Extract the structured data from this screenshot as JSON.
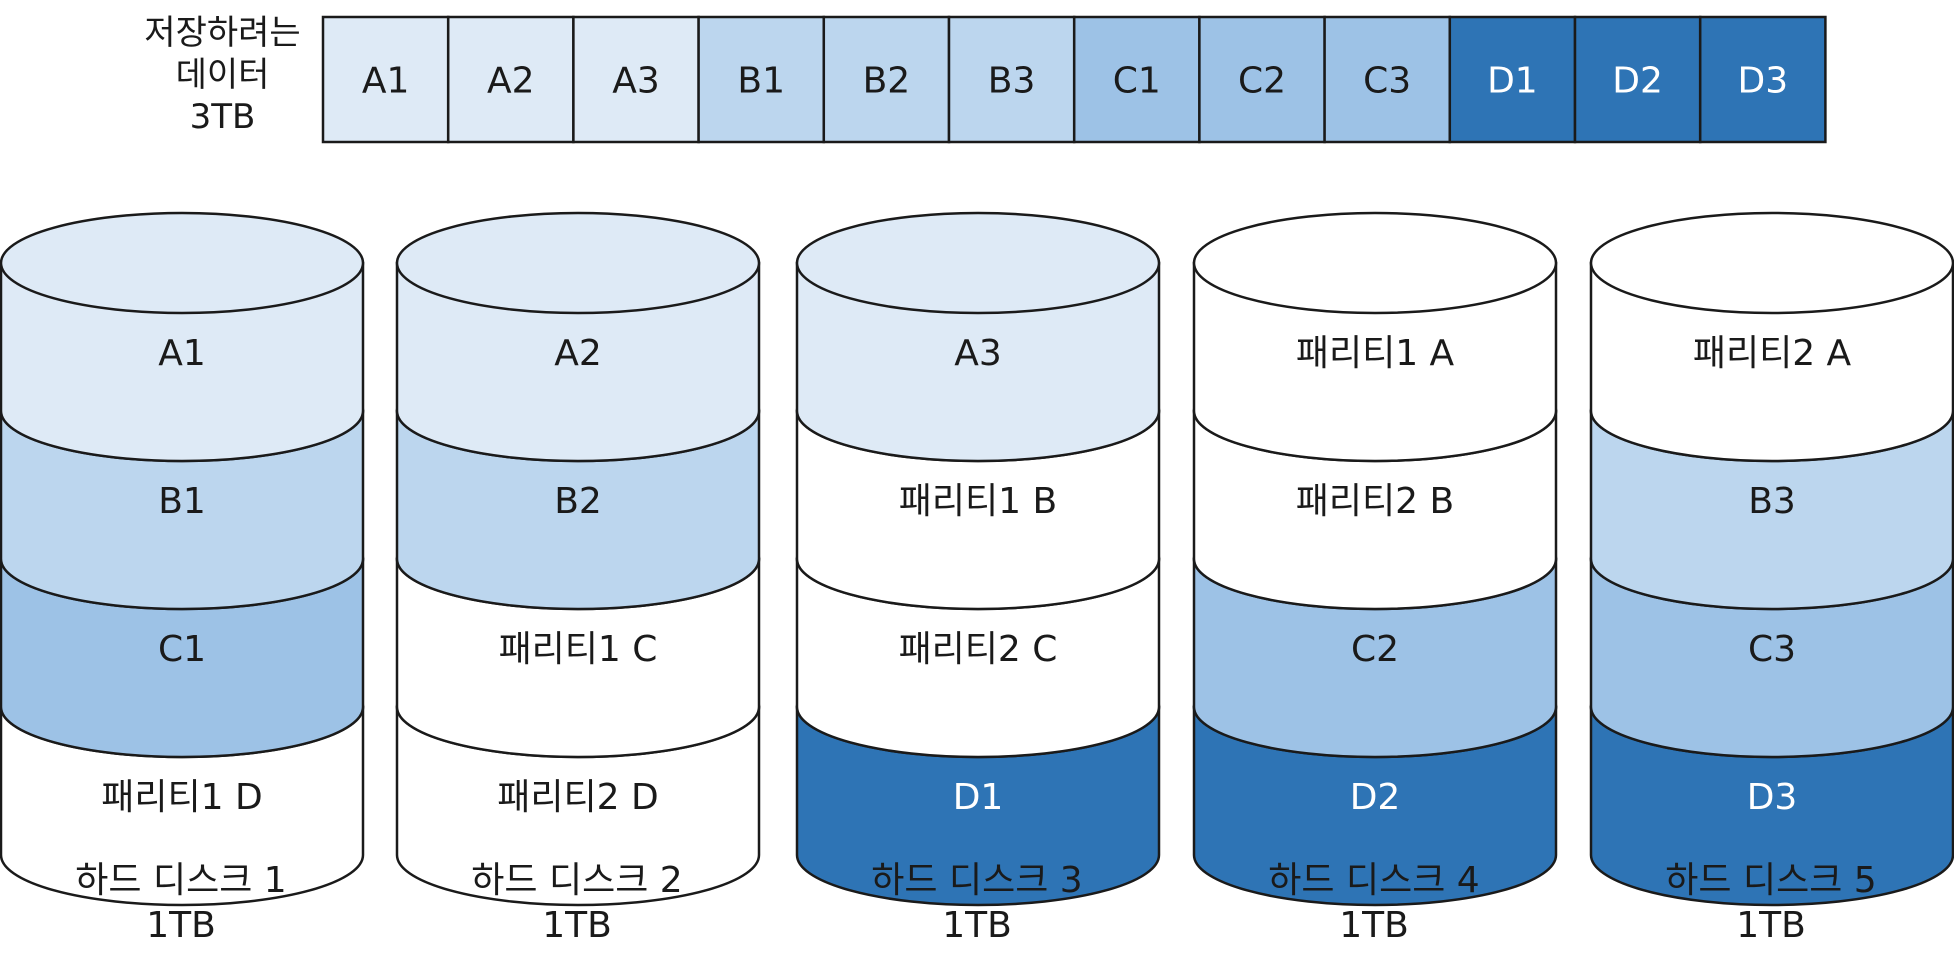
{
  "source": {
    "label_lines": [
      "저장하려는",
      "데이터",
      "3TB"
    ],
    "blocks": [
      {
        "label": "A1",
        "color": "#deeaf6"
      },
      {
        "label": "A2",
        "color": "#deeaf6"
      },
      {
        "label": "A3",
        "color": "#deeaf6"
      },
      {
        "label": "B1",
        "color": "#bcd6ee"
      },
      {
        "label": "B2",
        "color": "#bcd6ee"
      },
      {
        "label": "B3",
        "color": "#bcd6ee"
      },
      {
        "label": "C1",
        "color": "#9dc2e6"
      },
      {
        "label": "C2",
        "color": "#9dc2e6"
      },
      {
        "label": "C3",
        "color": "#9dc2e6"
      },
      {
        "label": "D1",
        "color": "#2e74b5"
      },
      {
        "label": "D2",
        "color": "#2e74b5"
      },
      {
        "label": "D3",
        "color": "#2e74b5"
      }
    ]
  },
  "disks": [
    {
      "name": "하드 디스크 1",
      "capacity": "1TB",
      "layers": [
        {
          "label": "A1",
          "color": "#deeaf6"
        },
        {
          "label": "B1",
          "color": "#bcd6ee"
        },
        {
          "label": "C1",
          "color": "#9dc2e6"
        },
        {
          "label": "패리티1 D",
          "color": "#ffffff"
        }
      ]
    },
    {
      "name": "하드 디스크 2",
      "capacity": "1TB",
      "layers": [
        {
          "label": "A2",
          "color": "#deeaf6"
        },
        {
          "label": "B2",
          "color": "#bcd6ee"
        },
        {
          "label": "패리티1 C",
          "color": "#ffffff"
        },
        {
          "label": "패리티2 D",
          "color": "#ffffff"
        }
      ]
    },
    {
      "name": "하드 디스크 3",
      "capacity": "1TB",
      "layers": [
        {
          "label": "A3",
          "color": "#deeaf6"
        },
        {
          "label": "패리티1 B",
          "color": "#ffffff"
        },
        {
          "label": "패리티2 C",
          "color": "#ffffff"
        },
        {
          "label": "D1",
          "color": "#2e74b5"
        }
      ]
    },
    {
      "name": "하드 디스크 4",
      "capacity": "1TB",
      "layers": [
        {
          "label": "패리티1 A",
          "color": "#ffffff"
        },
        {
          "label": "패리티2 B",
          "color": "#ffffff"
        },
        {
          "label": "C2",
          "color": "#9dc2e6"
        },
        {
          "label": "D2",
          "color": "#2e74b5"
        }
      ]
    },
    {
      "name": "하드 디스크 5",
      "capacity": "1TB",
      "layers": [
        {
          "label": "패리티2 A",
          "color": "#ffffff"
        },
        {
          "label": "B3",
          "color": "#bcd6ee"
        },
        {
          "label": "C3",
          "color": "#9dc2e6"
        },
        {
          "label": "D3",
          "color": "#2e74b5"
        }
      ]
    }
  ]
}
